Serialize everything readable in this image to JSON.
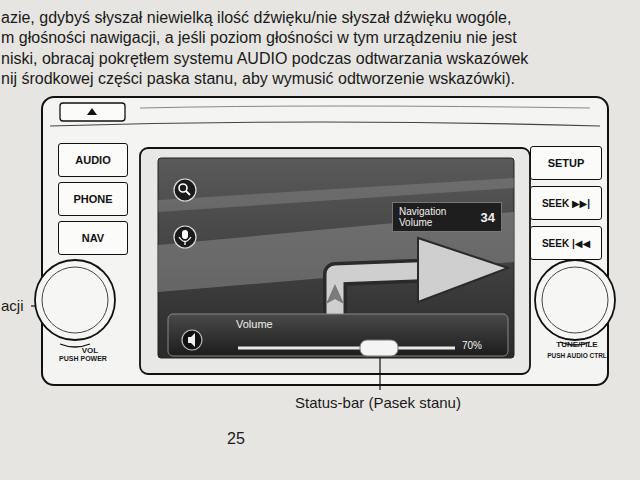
{
  "diagram": {
    "nodes": [
      {
        "text": [
          "AUDIO"
        ]
      },
      {
        "text": [
          "PHONE"
        ]
      },
      {
        "text": [
          "NAV"
        ]
      },
      {
        "text": [
          "SETUP"
        ]
      },
      {
        "text": [
          "SEEK ▶▶|"
        ]
      },
      {
        "text": [
          "SEEK |◀◀"
        ]
      },
      {
        "text": [
          "Navigation Volume",
          "34"
        ]
      },
      {
        "text": [
          "Volume",
          "70%"
        ]
      }
    ],
    "labels": [
      "azie, gdybyś słyszał niewielką ilość dźwięku/nie słyszał dźwięku wogóle,",
      "m głośności nawigacji, a jeśli poziom głośności w tym urządzeniu nie jest",
      "niski, obracaj pokrętłem systemu AUDIO podczas odtwarzania wskazówek",
      "nij środkowej części paska stanu, aby wymusić odtworzenie wskazówki).",
      "acji",
      "VOL",
      "PUSH POWER",
      "TUNE/FILE",
      "PUSH AUDIO CTRL",
      "Status-bar (Pasek stanu)",
      "25"
    ]
  }
}
